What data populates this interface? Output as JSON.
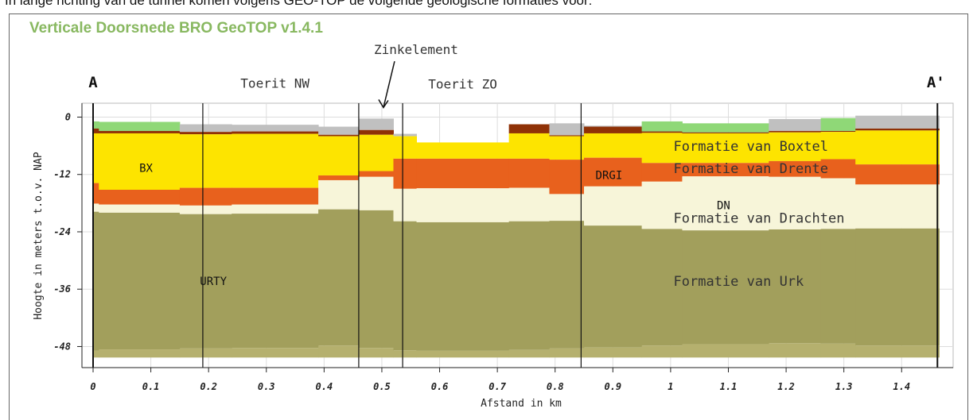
{
  "page": {
    "intro_text": "In lange richting van de tunnel komen volgens GEO-TOP de volgende geologische formaties voor:"
  },
  "chart_data": {
    "type": "area",
    "title": "Verticale Doorsnede BRO GeoTOP v1.4.1",
    "xlabel": "Afstand in km",
    "ylabel": "Hoogte in meters t.o.v. NAP",
    "xlim": [
      0,
      1.465
    ],
    "ylim": [
      -52,
      3
    ],
    "xticks": [
      "0",
      "0.1",
      "0.2",
      "0.3",
      "0.4",
      "0.5",
      "0.6",
      "0.7",
      "0.8",
      "0.9",
      "1",
      "1.1",
      "1.2",
      "1.3",
      "1.4"
    ],
    "xtick_values": [
      0,
      0.1,
      0.2,
      0.3,
      0.4,
      0.5,
      0.6,
      0.7,
      0.8,
      0.9,
      1.0,
      1.1,
      1.2,
      1.3,
      1.4
    ],
    "yticks": [
      "0",
      "-12",
      "-24",
      "-36",
      "-48"
    ],
    "ytick_values": [
      0,
      -12,
      -24,
      -36,
      -48
    ],
    "grid": true,
    "section_start_label": "A",
    "section_end_label": "A'",
    "vertical_lines_km": [
      0,
      0.19,
      0.46,
      0.536,
      0.845,
      1.462
    ],
    "region_labels": [
      {
        "text": "Toerit NW",
        "x": 0.315,
        "y": 7
      },
      {
        "text": "Toerit ZO",
        "x": 0.64,
        "y": 6.8
      }
    ],
    "annotation": {
      "text": "Zinkelement",
      "x": 0.5,
      "y": 14,
      "arrow_to_y": 3
    },
    "layer_labels": [
      {
        "text": "BX",
        "x": 0.08,
        "y": -10.6
      },
      {
        "text": "URTY",
        "x": 0.185,
        "y": -34.3
      },
      {
        "text": "DRGI",
        "x": 0.87,
        "y": -12.1
      },
      {
        "text": "DN",
        "x": 1.08,
        "y": -18.4
      }
    ],
    "formation_labels": [
      {
        "text": "Formatie van Boxtel",
        "x": 1.005,
        "y": -6.1
      },
      {
        "text": "Formatie van Drente",
        "x": 1.005,
        "y": -10.7
      },
      {
        "text": "Formatie van Drachten",
        "x": 1.005,
        "y": -21.1
      },
      {
        "text": "Formatie van Urk",
        "x": 1.005,
        "y": -34.3
      }
    ],
    "segments": [
      {
        "x": [
          0.0,
          0.01
        ],
        "surface": -0.9,
        "brown": [
          -2.4,
          -3.4
        ],
        "yellow": -13.8,
        "orange": -18.1,
        "cream": -19.8,
        "urk": -48.9
      },
      {
        "x": [
          0.01,
          0.15
        ],
        "surface": -1.0,
        "brown": [
          -2.9,
          -3.4
        ],
        "yellow": -15.2,
        "orange": -18.3,
        "cream": -20.0,
        "urk": -48.6
      },
      {
        "x": [
          0.15,
          0.24
        ],
        "surface": -1.5,
        "brown": [
          -3.1,
          -3.6
        ],
        "yellow": -14.8,
        "orange": -18.5,
        "cream": -20.3,
        "urk": -48.4
      },
      {
        "x": [
          0.24,
          0.39
        ],
        "surface": -1.6,
        "brown": [
          -3.0,
          -3.5
        ],
        "yellow": -14.8,
        "orange": -18.3,
        "cream": -20.2,
        "urk": -48.3
      },
      {
        "x": [
          0.39,
          0.46
        ],
        "surface": -2.0,
        "brown": [
          -3.7,
          -4.0
        ],
        "yellow": -12.2,
        "orange": -13.2,
        "cream": -19.3,
        "urk": -47.8
      },
      {
        "x": [
          0.46,
          0.52
        ],
        "surface": -0.3,
        "brown": [
          -2.7,
          -3.7
        ],
        "yellow": -11.3,
        "orange": -12.5,
        "cream": -19.5,
        "urk": -48.3
      },
      {
        "x": [
          0.52,
          0.56
        ],
        "surface": -3.5,
        "brown": [
          -4.0,
          -4.0
        ],
        "yellow": -8.7,
        "orange": -15.0,
        "cream": -21.8,
        "urk": -48.8
      },
      {
        "x": [
          0.56,
          0.72
        ],
        "surface": -5.3,
        "brown": [
          -5.3,
          -5.3
        ],
        "yellow": -8.7,
        "orange": -14.9,
        "cream": -22.0,
        "urk": -48.9
      },
      {
        "x": [
          0.72,
          0.79
        ],
        "surface": -1.5,
        "brown": [
          -1.5,
          -3.4
        ],
        "yellow": -8.7,
        "orange": -14.8,
        "cream": -21.8,
        "urk": -48.7
      },
      {
        "x": [
          0.79,
          0.85
        ],
        "surface": -1.3,
        "brown": [
          -3.8,
          -4.0
        ],
        "yellow": -8.9,
        "orange": -16.1,
        "cream": -21.7,
        "urk": -48.4
      },
      {
        "x": [
          0.85,
          0.95
        ],
        "surface": -1.8,
        "brown": [
          -2.0,
          -3.4
        ],
        "yellow": -8.5,
        "orange": -14.5,
        "cream": -22.7,
        "urk": -48.2
      },
      {
        "x": [
          0.95,
          1.02
        ],
        "surface": -0.9,
        "brown": [
          -3.0,
          -3.3
        ],
        "yellow": -9.6,
        "orange": -13.5,
        "cream": -23.4,
        "urk": -47.8
      },
      {
        "x": [
          1.02,
          1.17
        ],
        "surface": -1.3,
        "brown": [
          -3.2,
          -3.4
        ],
        "yellow": -9.6,
        "orange": -12.4,
        "cream": -23.7,
        "urk": -47.5
      },
      {
        "x": [
          1.17,
          1.26
        ],
        "surface": -0.4,
        "brown": [
          -2.9,
          -3.2
        ],
        "yellow": -9.2,
        "orange": -12.5,
        "cream": -23.5,
        "urk": -47.3
      },
      {
        "x": [
          1.26,
          1.32
        ],
        "surface": -0.2,
        "brown": [
          -2.9,
          -3.1
        ],
        "yellow": -8.8,
        "orange": -12.8,
        "cream": -23.4,
        "urk": -47.4
      },
      {
        "x": [
          1.32,
          1.465
        ],
        "surface": 0.3,
        "brown": [
          -2.4,
          -2.8
        ],
        "yellow": -9.9,
        "orange": -14.1,
        "cream": -23.3,
        "urk": -47.8
      }
    ],
    "colors": {
      "topsoil": "#8fd877",
      "fill": "#c0c0c0",
      "brown": "#8f3106",
      "yellow": "#fde400",
      "orange": "#e8611d",
      "cream": "#f7f5d9",
      "urk": "#a29f5c",
      "urk_bottom": "#b5b06e",
      "grid": "#dddddd",
      "axis": "#222222",
      "title": "#88b860"
    }
  }
}
